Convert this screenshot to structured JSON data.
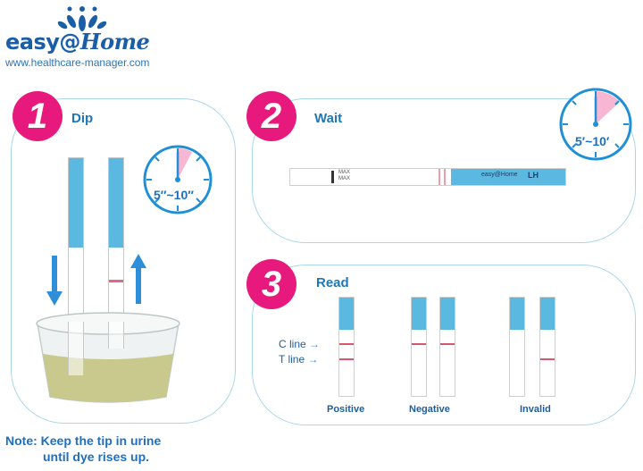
{
  "brand": {
    "name_left": "easy@",
    "name_right": "Home",
    "url": "www.healthcare-manager.com"
  },
  "steps": [
    {
      "number": "1",
      "label": "Dip",
      "timer": "5″~10″"
    },
    {
      "number": "2",
      "label": "Wait",
      "timer": "5′~10′"
    },
    {
      "number": "3",
      "label": "Read"
    }
  ],
  "strip_text": {
    "brand": "easy@Home",
    "test": "LH",
    "max": "MAX"
  },
  "read": {
    "c_line_label": "C line",
    "t_line_label": "T line",
    "captions": [
      "Positive",
      "Negative",
      "Invalid"
    ]
  },
  "note": {
    "line1": "Note: Keep the tip in urine",
    "line2": "until dye rises up."
  },
  "colors": {
    "accent": "#e8197d",
    "brand_blue": "#1b5ea8",
    "panel_border": "#a9d6ea",
    "strip_blue": "#5bb8e0",
    "test_line": "#d9566e",
    "urine": "#c9c98e"
  }
}
